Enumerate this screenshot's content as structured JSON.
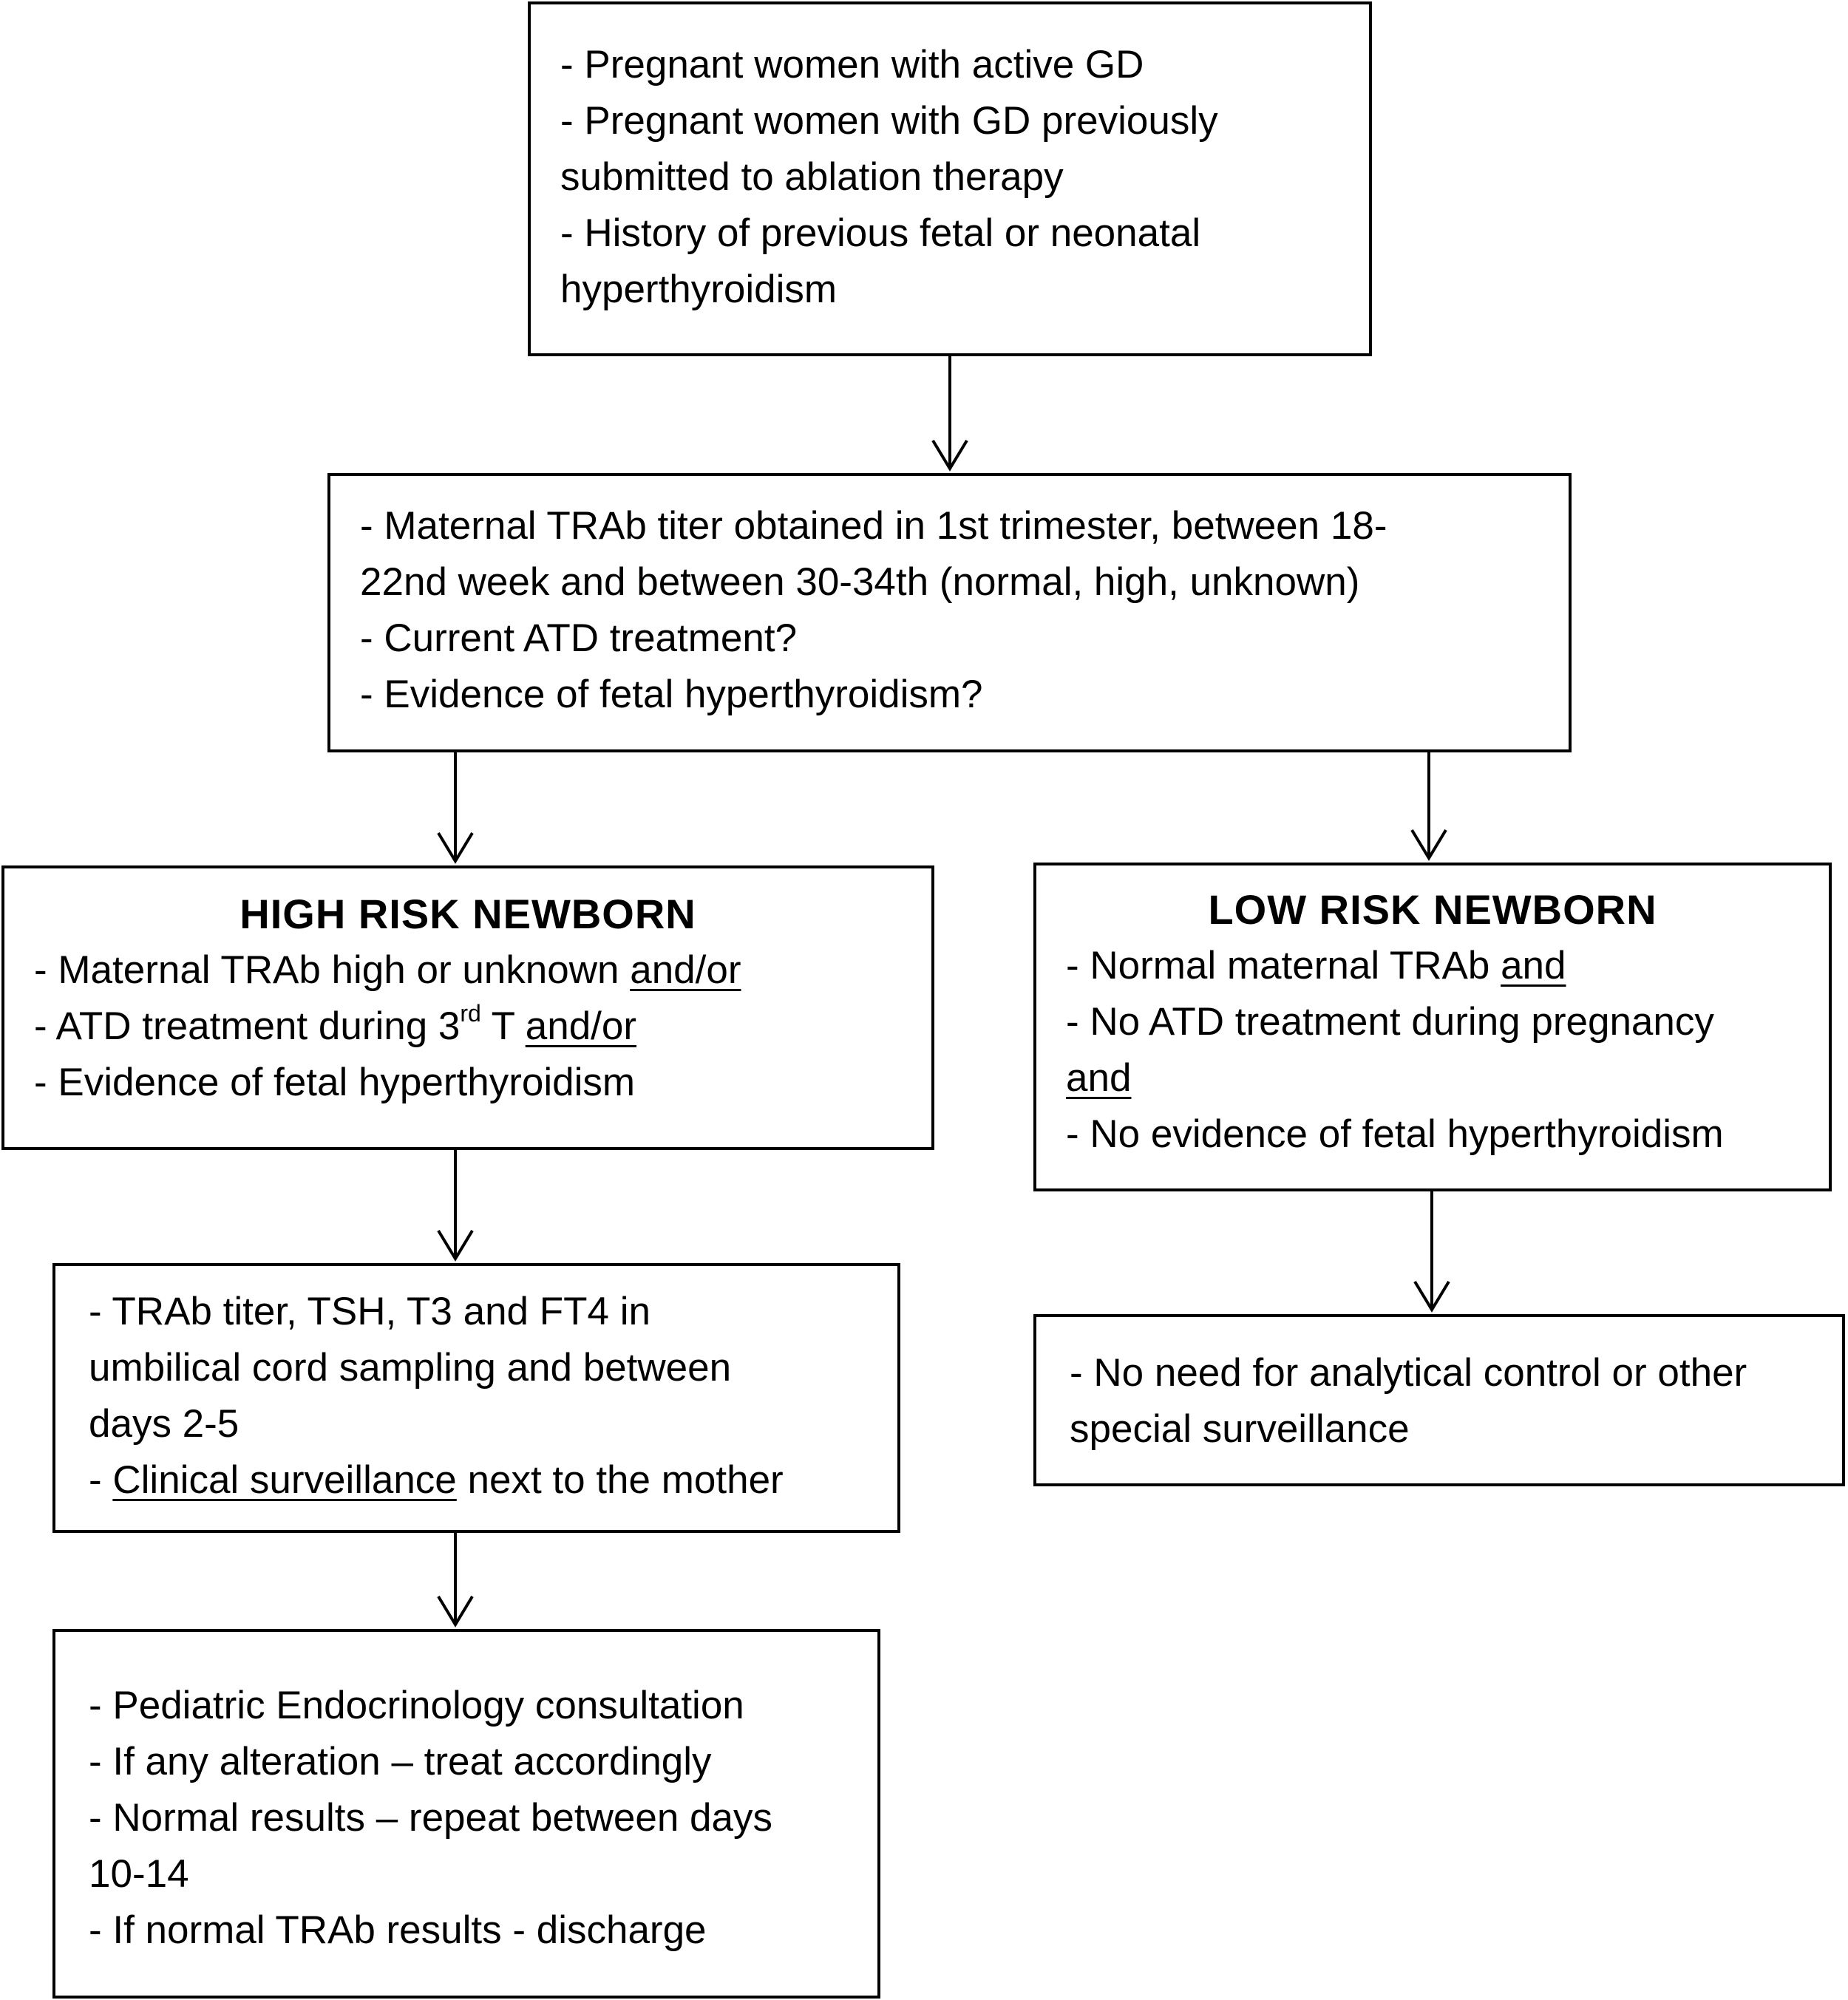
{
  "flowchart": {
    "box1": {
      "lines": [
        "- Pregnant women with active GD",
        "- Pregnant women with GD previously",
        "submitted to ablation therapy",
        "- History of previous fetal or neonatal",
        "hyperthyroidism"
      ]
    },
    "box2": {
      "lines": [
        "- Maternal TRAb titer obtained in 1st trimester, between 18-",
        "22nd week and between 30-34th (normal, high, unknown)",
        "- Current ATD treatment?",
        "- Evidence of fetal hyperthyroidism?"
      ]
    },
    "high_risk": {
      "title": "HIGH RISK NEWBORN",
      "l1_text": "- Maternal TRAb high or unknown ",
      "l1_conj": "and/or",
      "l2_text": "- ATD treatment during 3",
      "l2_sup": "rd",
      "l2_after": " T ",
      "l2_conj": "and/or",
      "l3_text": "- Evidence of fetal hyperthyroidism"
    },
    "low_risk": {
      "title": "LOW RISK NEWBORN",
      "l1_text": "- Normal maternal TRAb ",
      "l1_conj": "and",
      "l2_text": "- No ATD treatment during pregnancy",
      "l3_conj": "and",
      "l4_text": "- No evidence of fetal hyperthyroidism"
    },
    "high_followup": {
      "lines": [
        "- TRAb titer, TSH, T3 and FT4 in",
        "umbilical cord sampling and between",
        "days 2-5"
      ],
      "l4_prefix": "- ",
      "l4_underlined": "Clinical surveillance",
      "l4_rest": " next to the mother"
    },
    "low_followup": {
      "lines": [
        "- No need for analytical control or other",
        "special surveillance"
      ]
    },
    "high_final": {
      "lines": [
        "- Pediatric Endocrinology consultation",
        "- If any alteration – treat accordingly",
        "- Normal results – repeat between days",
        "10-14",
        "- If normal TRAb results - discharge"
      ]
    }
  }
}
